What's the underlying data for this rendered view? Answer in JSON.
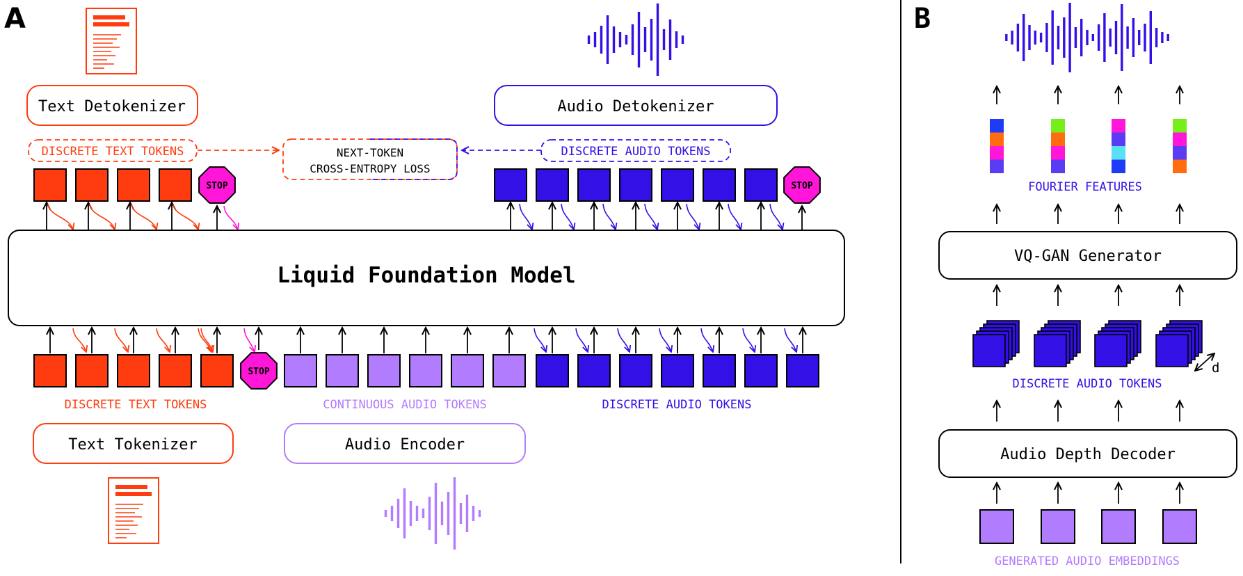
{
  "panels": {
    "a_label": "A",
    "b_label": "B"
  },
  "colors": {
    "text_token": "#ff3c0f",
    "discrete_audio": "#3210e6",
    "continuous_audio": "#b27cff",
    "stop": "#ff16d8",
    "fourier_green": "#76ee1c",
    "fourier_orange": "#ff6d10",
    "fourier_cyan": "#5ae0f5",
    "fourier_indigo": "#5a3cf2",
    "fourier_blue": "#1e3cf5"
  },
  "icons": {
    "document": "document-icon",
    "waveform": "waveform-icon",
    "stop": "stop-sign-icon"
  },
  "panel_a": {
    "text_detokenizer": "Text Detokenizer",
    "audio_detokenizer": "Audio Detokenizer",
    "top_discrete_text_tokens": "DISCRETE TEXT TOKENS",
    "top_discrete_audio_tokens": "DISCRETE AUDIO TOKENS",
    "loss_line1": "NEXT-TOKEN",
    "loss_line2": "CROSS-ENTROPY LOSS",
    "stop_label": "STOP",
    "model_title": "Liquid Foundation Model",
    "bottom_discrete_text_tokens": "DISCRETE TEXT TOKENS",
    "bottom_continuous_audio_tokens": "CONTINUOUS AUDIO TOKENS",
    "bottom_discrete_audio_tokens": "DISCRETE AUDIO TOKENS",
    "text_tokenizer": "Text Tokenizer",
    "audio_encoder": "Audio Encoder"
  },
  "panel_b": {
    "fourier_features": "FOURIER FEATURES",
    "vqgan_generator": "VQ-GAN Generator",
    "discrete_audio_tokens": "DISCRETE AUDIO TOKENS",
    "depth_label": "d",
    "audio_depth_decoder": "Audio Depth Decoder",
    "generated_audio_embeddings": "GENERATED AUDIO EMBEDDINGS",
    "fourier_columns": [
      [
        "fourier_blue",
        "fourier_orange",
        "stop",
        "fourier_indigo"
      ],
      [
        "fourier_green",
        "fourier_orange",
        "stop",
        "fourier_indigo"
      ],
      [
        "stop",
        "fourier_indigo",
        "fourier_cyan",
        "fourier_blue"
      ],
      [
        "fourier_green",
        "stop",
        "fourier_indigo",
        "fourier_orange"
      ]
    ]
  }
}
